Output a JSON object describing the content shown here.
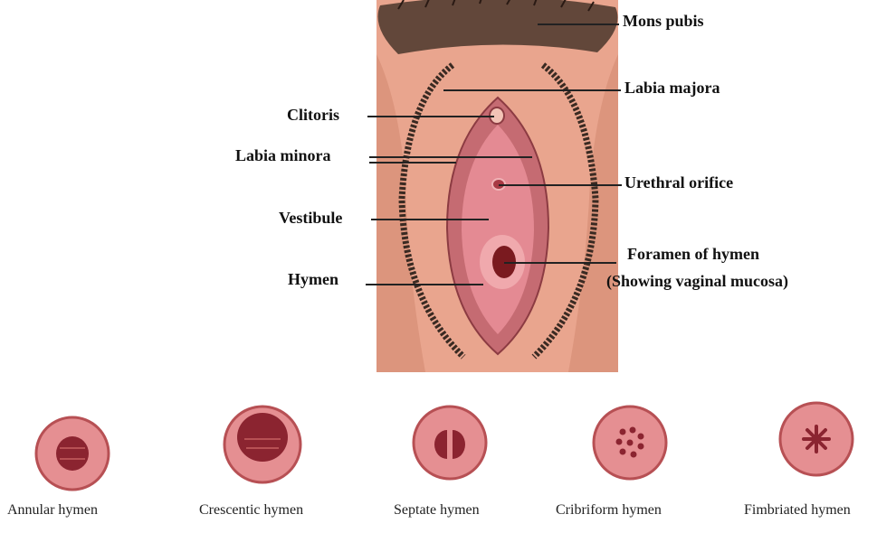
{
  "labels": {
    "mons_pubis": "Mons pubis",
    "labia_majora": "Labia majora",
    "clitoris": "Clitoris",
    "labia_minora": "Labia minora",
    "urethral_orifice": "Urethral orifice",
    "vestibule": "Vestibule",
    "foramen_line1": "Foramen of hymen",
    "foramen_line2": "(Showing vaginal mucosa)",
    "hymen": "Hymen"
  },
  "hymen_types": [
    {
      "caption": "Annular hymen",
      "pattern": "annular"
    },
    {
      "caption": "Crescentic hymen",
      "pattern": "crescentic"
    },
    {
      "caption": "Septate hymen",
      "pattern": "septate"
    },
    {
      "caption": "Cribriform hymen",
      "pattern": "cribriform"
    },
    {
      "caption": "Fimbriated hymen",
      "pattern": "fimbriated"
    }
  ],
  "colors": {
    "skin": "#e9a58e",
    "hair": "#3a2a22",
    "labia_minora": "#c56b72",
    "vestibule": "#e48a93",
    "opening": "#7a1a1f",
    "disc_outer": "#e58f92",
    "disc_ring": "#b75054"
  }
}
